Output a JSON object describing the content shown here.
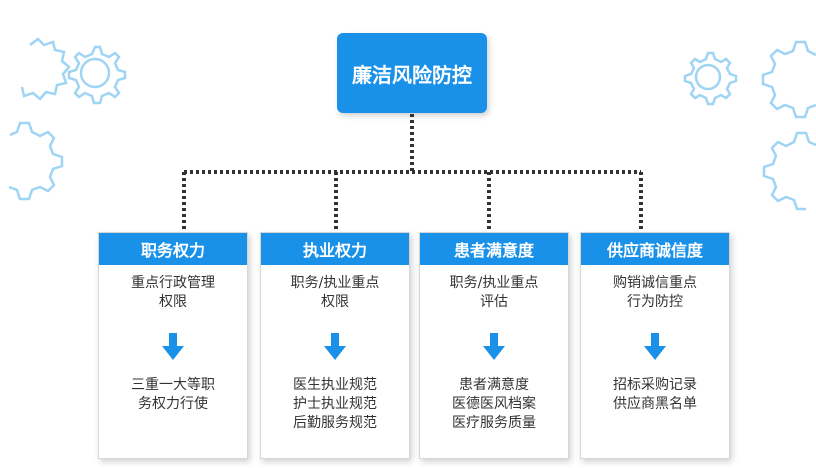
{
  "root": {
    "label": "廉洁风险防控"
  },
  "colors": {
    "accent": "#1a91e8",
    "gear_outline": "#9fd4f5",
    "connector": "#333333"
  },
  "branches": [
    {
      "title": "职务权力",
      "top_lines": [
        "重点行政管理",
        "权限"
      ],
      "bottom_lines": [
        "三重一大等职",
        "务权力行使"
      ]
    },
    {
      "title": "执业权力",
      "top_lines": [
        "职务/执业重点",
        "权限"
      ],
      "bottom_lines": [
        "医生执业规范",
        "护士执业规范",
        "后勤服务规范"
      ]
    },
    {
      "title": "患者满意度",
      "top_lines": [
        "职务/执业重点",
        "评估"
      ],
      "bottom_lines": [
        "患者满意度",
        "医德医风档案",
        "医疗服务质量"
      ]
    },
    {
      "title": "供应商诚信度",
      "top_lines": [
        "购销诚信重点",
        "行为防控"
      ],
      "bottom_lines": [
        "招标采购记录",
        "供应商黑名单"
      ]
    }
  ],
  "icons": {
    "arrow": "arrow-down-icon",
    "gear": "gear-icon"
  }
}
